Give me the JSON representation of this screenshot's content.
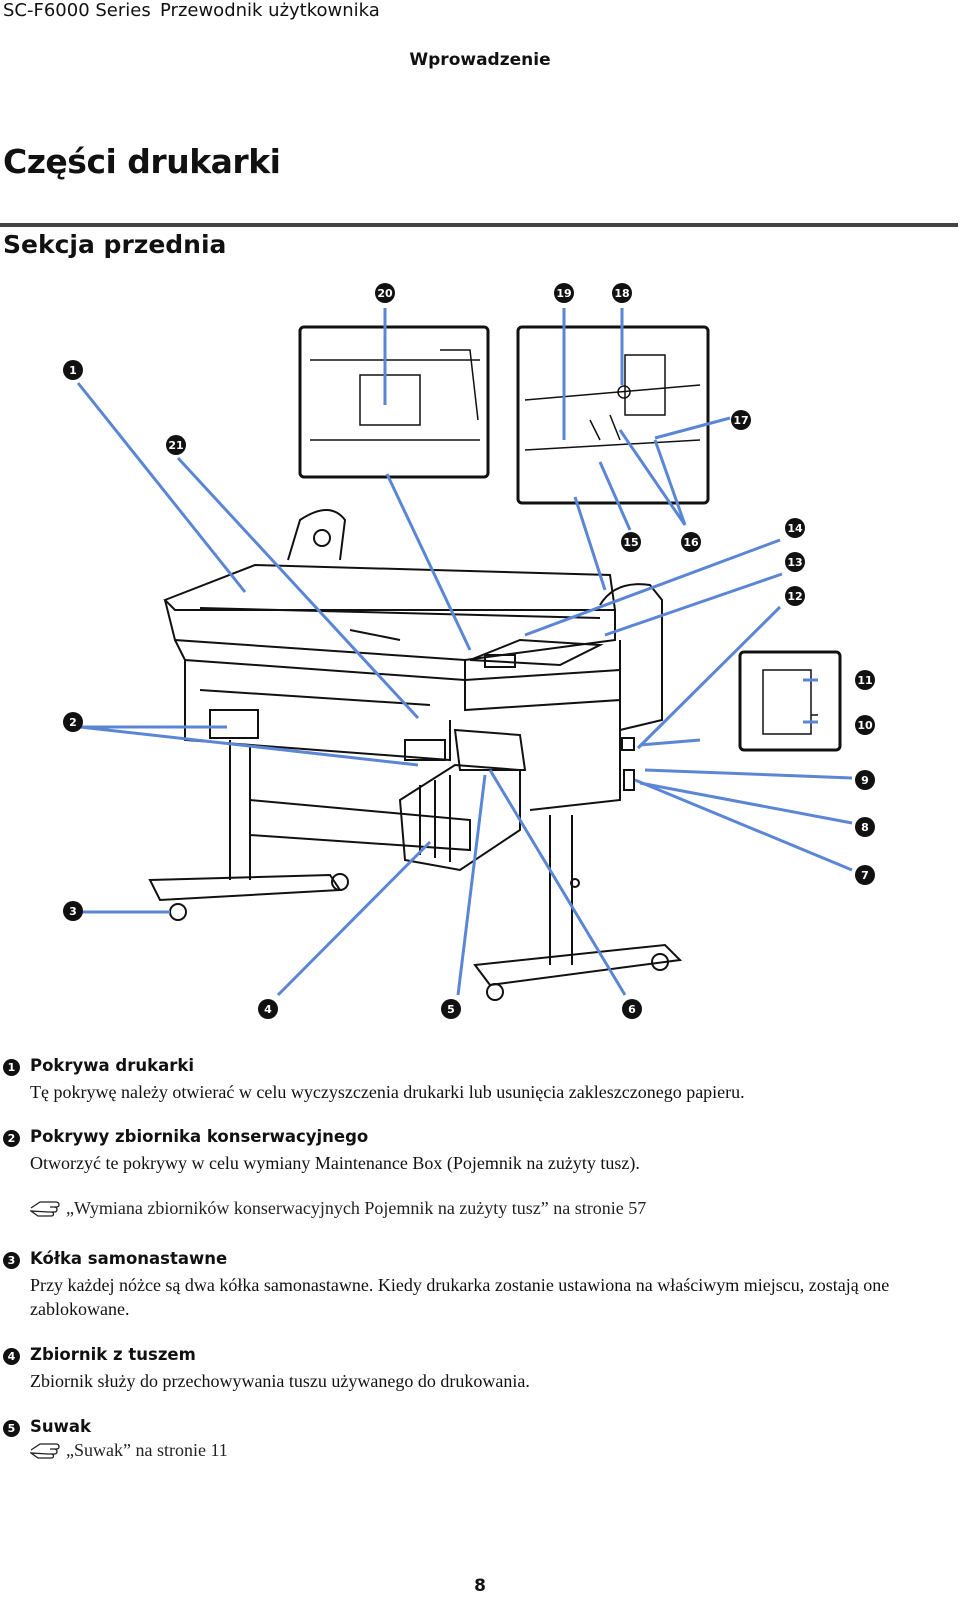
{
  "header": {
    "series": "SC-F6000 Series",
    "guide": "Przewodnik użytkownika",
    "section": "Wprowadzenie"
  },
  "page_title": "Części drukarki",
  "subtitle": "Sekcja przednia",
  "callouts": [
    "1",
    "2",
    "3",
    "4",
    "5",
    "6",
    "7",
    "8",
    "9",
    "10",
    "11",
    "12",
    "13",
    "14",
    "15",
    "16",
    "17",
    "18",
    "19",
    "20",
    "21"
  ],
  "items": [
    {
      "num": "1",
      "title": "Pokrywa drukarki",
      "desc": "Tę pokrywę należy otwierać w celu wyczyszczenia drukarki lub usunięcia zakleszczonego papieru."
    },
    {
      "num": "2",
      "title": "Pokrywy zbiornika konserwacyjnego",
      "desc": "Otworzyć te pokrywy w celu wymiany Maintenance Box (Pojemnik na zużyty tusz).",
      "link": "„Wymiana zbiorników konserwacyjnych Pojemnik na zużyty tusz” na stronie 57"
    },
    {
      "num": "3",
      "title": "Kółka samonastawne",
      "desc": "Przy każdej nóżce są dwa kółka samonastawne. Kiedy drukarka zostanie ustawiona na właściwym miejscu, zostają one zablokowane."
    },
    {
      "num": "4",
      "title": "Zbiornik z tuszem",
      "desc": "Zbiornik służy do przechowywania tuszu używanego do drukowania."
    },
    {
      "num": "5",
      "title": "Suwak",
      "link": "„Suwak” na stronie 11"
    }
  ],
  "page_number": "8",
  "colors": {
    "callout_line": "#5b86d6",
    "text": "#111111",
    "rule": "#444444"
  }
}
